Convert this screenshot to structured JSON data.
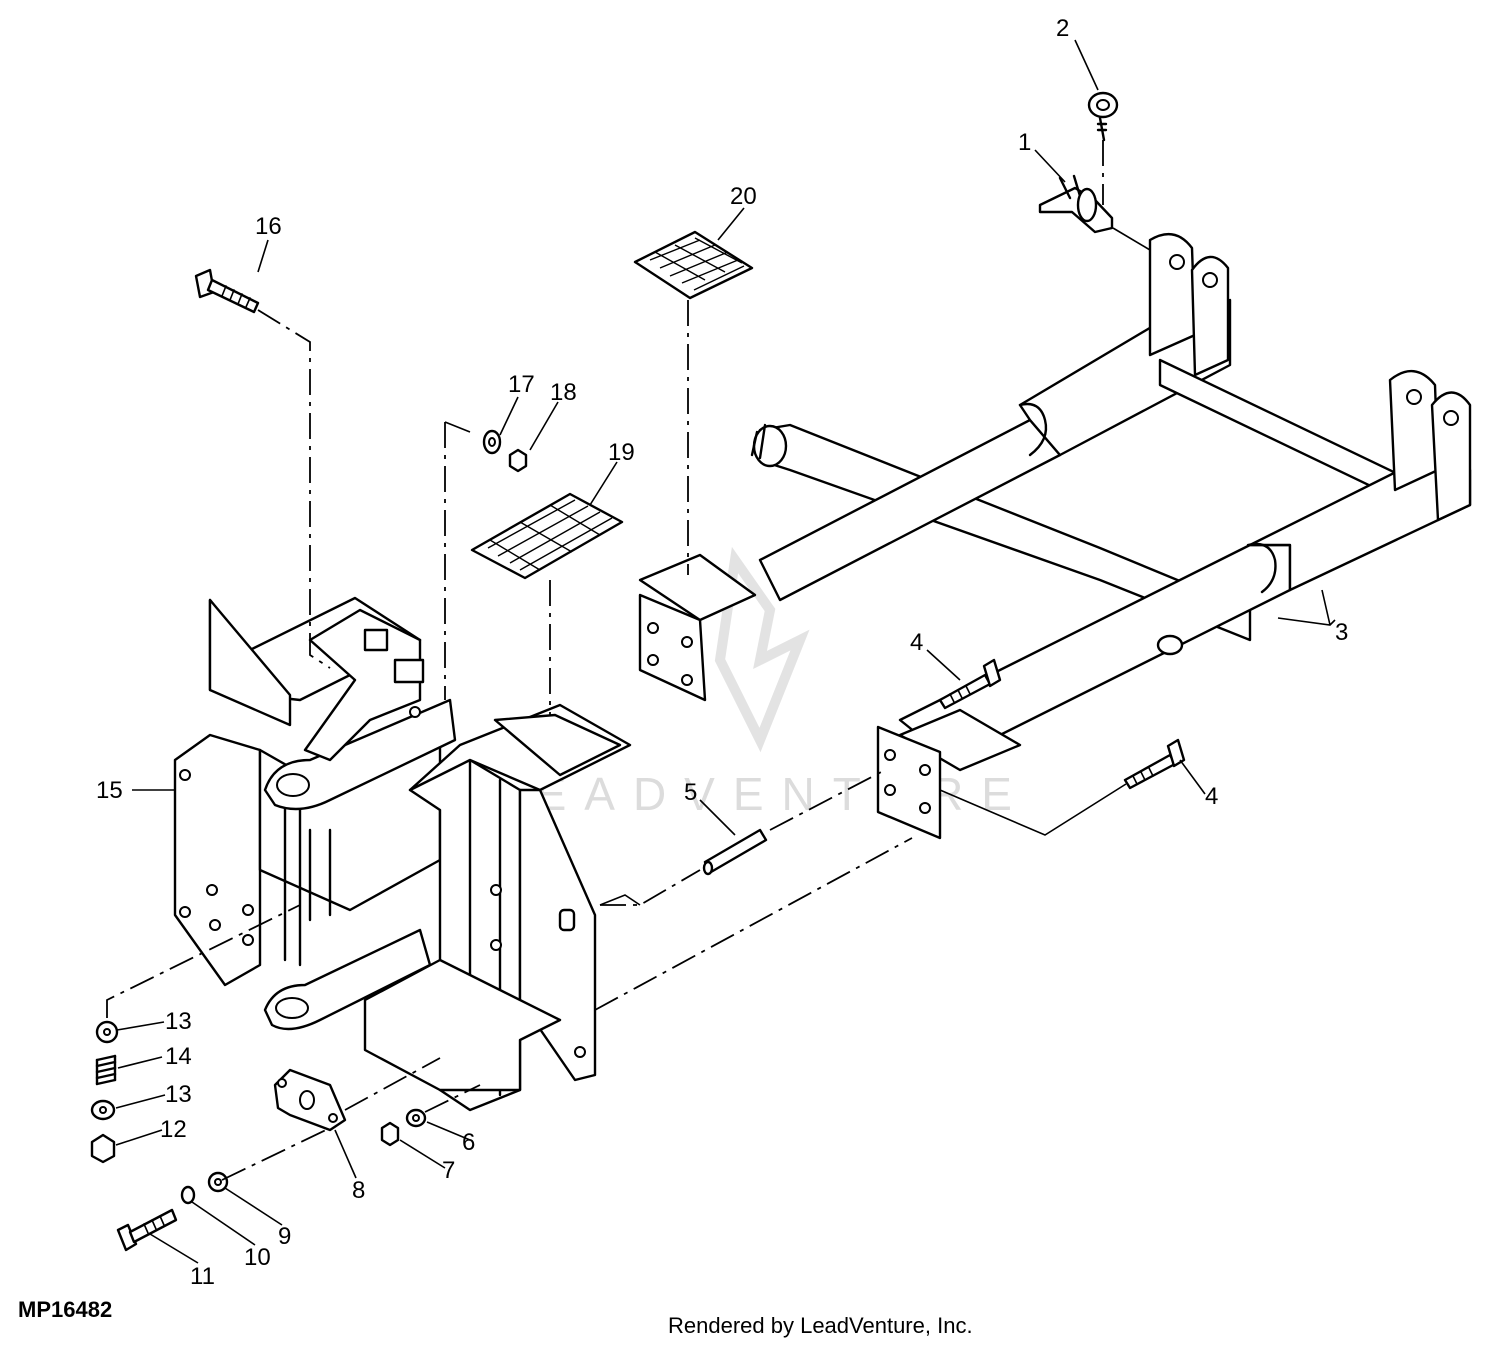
{
  "figure_id": "MP16482",
  "credit": "Rendered by LeadVenture, Inc.",
  "watermark": "LEADVENTURE",
  "callouts": [
    "1",
    "2",
    "3",
    "4",
    "4",
    "5",
    "6",
    "7",
    "8",
    "9",
    "10",
    "11",
    "12",
    "13",
    "13",
    "14",
    "15",
    "16",
    "17",
    "18",
    "19",
    "20"
  ]
}
